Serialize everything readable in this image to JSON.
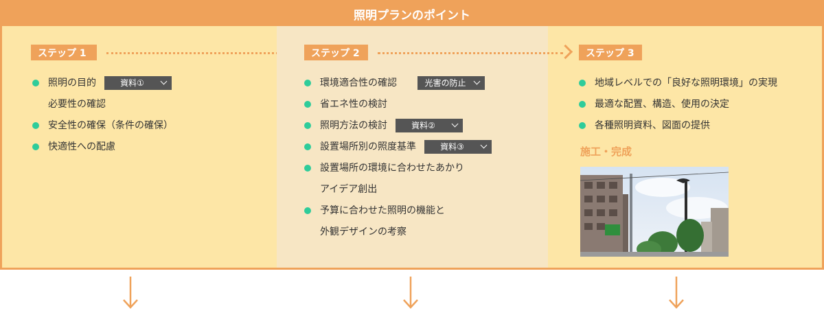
{
  "header": {
    "title": "照明プランのポイント"
  },
  "steps": [
    {
      "label": "ステップ 1",
      "items": [
        {
          "text": "照明の目的",
          "cont": "必要性の確認",
          "button": "資料①"
        },
        {
          "text": "安全性の確保（条件の確保）"
        },
        {
          "text": "快適性への配慮"
        }
      ]
    },
    {
      "label": "ステップ 2",
      "items": [
        {
          "text": "環境適合性の確認",
          "button": "光害の防止"
        },
        {
          "text": "省エネ性の検討"
        },
        {
          "text": "照明方法の検討",
          "button": "資料②"
        },
        {
          "text": "設置場所別の照度基準",
          "button": "資料③"
        },
        {
          "text": "設置場所の環境に合わせたあかり",
          "cont": "アイデア創出"
        },
        {
          "text": "予算に合わせた照明の機能と",
          "cont": "外観デザインの考察"
        }
      ]
    },
    {
      "label": "ステップ 3",
      "items": [
        {
          "text": "地域レベルでの「良好な照明環境」の実現"
        },
        {
          "text": "最適な配置、構造、使用の決定"
        },
        {
          "text": "各種照明資料、図面の提供"
        }
      ],
      "subheading": "施工・完成"
    }
  ],
  "colors": {
    "accent": "#EFA25A",
    "bullet": "#2ECC9A",
    "panel": "#FDE6A6",
    "panel_mid": "#F7E6C4",
    "button": "#555555"
  }
}
